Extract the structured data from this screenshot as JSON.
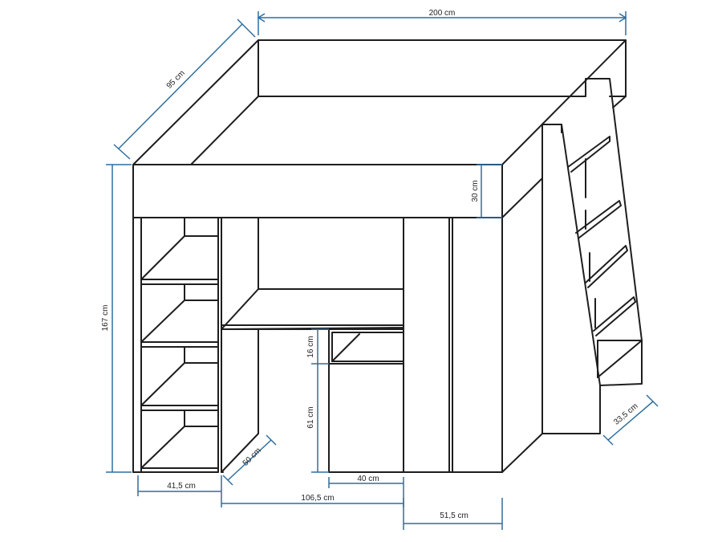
{
  "colors": {
    "outline": "#1e1e1e",
    "dimension": "#2f6e9f",
    "background": "#ffffff"
  },
  "dimensions": {
    "width_top": "200 cm",
    "depth": "95 cm",
    "height": "167 cm",
    "rail_height": "30 cm",
    "drawer_height": "16 cm",
    "cabinet_height": "61 cm",
    "cabinet_width": "40 cm",
    "shelf_width": "41,5 cm",
    "shelf_depth": "50 cm",
    "desk_width": "106,5 cm",
    "wardrobe_width": "51,5 cm",
    "stair_depth": "33,5 cm"
  }
}
